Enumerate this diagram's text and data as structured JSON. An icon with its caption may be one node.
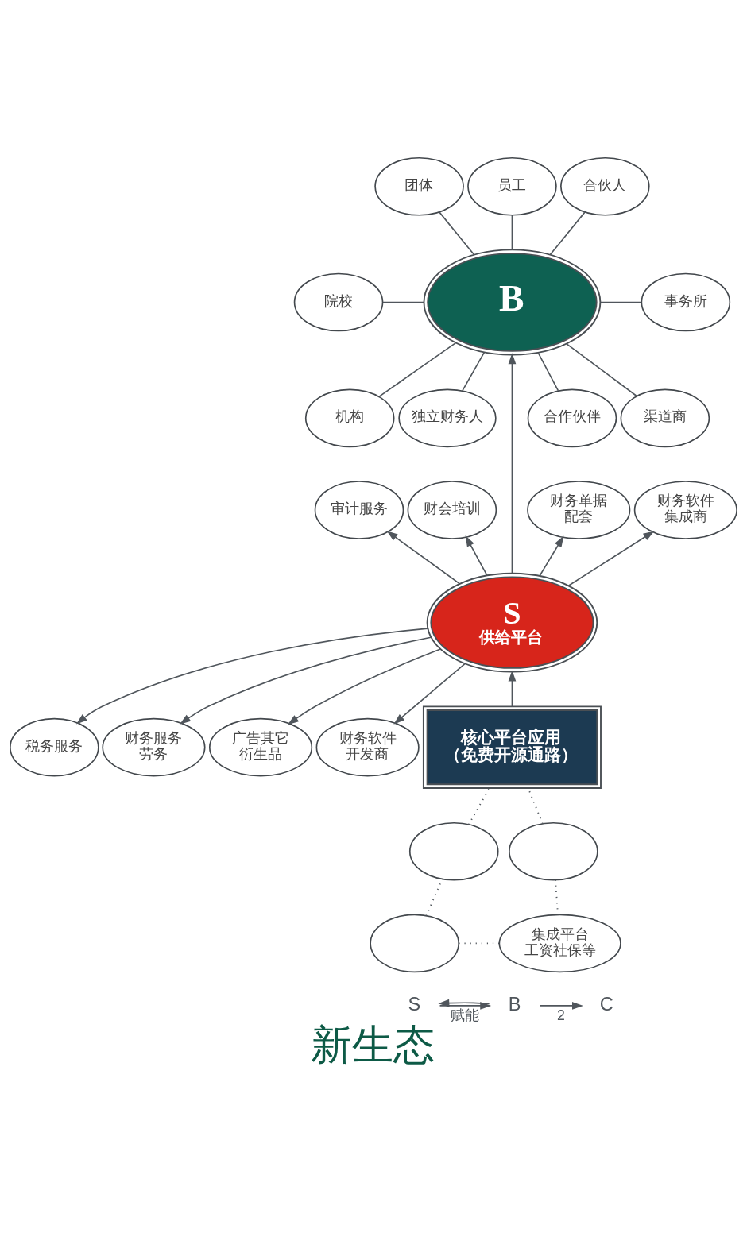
{
  "diagram": {
    "caption": "新生态",
    "nodes": [
      {
        "text": [
          "员工"
        ]
      },
      {
        "text": [
          "团体"
        ]
      },
      {
        "text": [
          "合伙人"
        ]
      },
      {
        "text": [
          "院校"
        ]
      },
      {
        "text": [
          "B"
        ]
      },
      {
        "text": [
          "事务所"
        ]
      },
      {
        "text": [
          "机构"
        ]
      },
      {
        "text": [
          "渠道商"
        ]
      },
      {
        "text": [
          "独立财务人"
        ]
      },
      {
        "text": [
          "合作伙伴"
        ]
      },
      {
        "text": [
          "财会培训"
        ]
      },
      {
        "text": [
          "财务单据配套"
        ]
      },
      {
        "text": [
          "审计服务"
        ]
      },
      {
        "text": [
          "S",
          "供给平台"
        ]
      },
      {
        "text": [
          "财务软件集成商"
        ]
      },
      {
        "text": [
          "税务服务"
        ]
      },
      {
        "text": [
          "财务软件开发商"
        ]
      },
      {
        "text": [
          "财务服务劳务"
        ]
      },
      {
        "text": [
          "广告其它衍生品"
        ]
      },
      {
        "text": [
          "核心平台应用（免费开源通路）"
        ]
      },
      {
        "text": [],
        "shape": "ellipse"
      },
      {
        "text": [],
        "shape": "ellipse"
      },
      {
        "text": [],
        "shape": "ellipse"
      },
      {
        "text": [
          "集成平台工资社保等"
        ]
      },
      {
        "text": [
          "S"
        ]
      },
      {
        "text": [
          "B"
        ]
      },
      {
        "text": [
          "C"
        ]
      }
    ],
    "edges": [
      {
        "from": 4,
        "to": 1,
        "arrow": "none"
      },
      {
        "from": 4,
        "to": 0,
        "arrow": "none"
      },
      {
        "from": 4,
        "to": 2,
        "arrow": "none"
      },
      {
        "from": 3,
        "to": 4,
        "arrow": "none"
      },
      {
        "from": 4,
        "to": 5,
        "arrow": "none"
      },
      {
        "from": 6,
        "to": 4,
        "arrow": "none"
      },
      {
        "from": 8,
        "to": 4,
        "arrow": "none"
      },
      {
        "from": 13,
        "to": 12,
        "arrow": "to"
      },
      {
        "from": 13,
        "to": 10,
        "arrow": "to"
      },
      {
        "from": 13,
        "to": 4,
        "arrow": "to"
      },
      {
        "from": 9,
        "to": 4,
        "arrow": "none"
      },
      {
        "from": 7,
        "to": 4,
        "arrow": "none"
      },
      {
        "from": 13,
        "to": 11,
        "arrow": "to"
      },
      {
        "from": 13,
        "to": 14,
        "arrow": "to"
      },
      {
        "from": 13,
        "to": 15,
        "arrow": "to"
      },
      {
        "from": 13,
        "to": 17,
        "arrow": "to"
      },
      {
        "from": 13,
        "to": 18,
        "arrow": "to"
      },
      {
        "from": 13,
        "to": 16,
        "arrow": "to"
      },
      {
        "from": 19,
        "to": 13,
        "arrow": "to"
      },
      {
        "from": 20,
        "to": 19,
        "arrow": "none",
        "style": "dashed"
      },
      {
        "from": 22,
        "to": 20,
        "arrow": "none",
        "style": "dashed"
      },
      {
        "from": 22,
        "to": 23,
        "arrow": "none",
        "style": "dashed"
      },
      {
        "from": 23,
        "to": 21,
        "arrow": "none",
        "style": "dashed"
      },
      {
        "from": 21,
        "to": 19,
        "arrow": "none",
        "style": "dashed"
      },
      {
        "from": 24,
        "to": 25,
        "arrow": "to",
        "label": "赋能"
      },
      {
        "from": 25,
        "to": 24,
        "arrow": "to"
      },
      {
        "from": 25,
        "to": 26,
        "arrow": "to",
        "label": "2"
      }
    ]
  }
}
